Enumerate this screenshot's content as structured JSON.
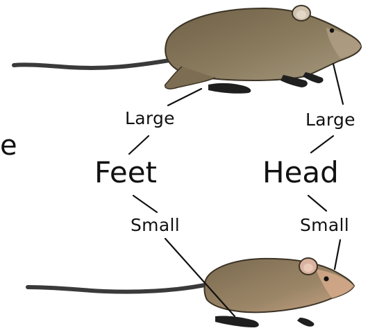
{
  "labels": {
    "edge_letter": "e",
    "feet": {
      "title": "Feet",
      "large": "Large",
      "small": "Small"
    },
    "head": {
      "title": "Head",
      "large": "Large",
      "small": "Small"
    }
  },
  "colors": {
    "large_rat_body": "#8a7b5f",
    "small_rat_body": "#9a8466",
    "pink_ear": "#d9b2a0",
    "dark_feet": "#1f1f1f",
    "tail": "#3a3a3a",
    "line": "#111111"
  }
}
